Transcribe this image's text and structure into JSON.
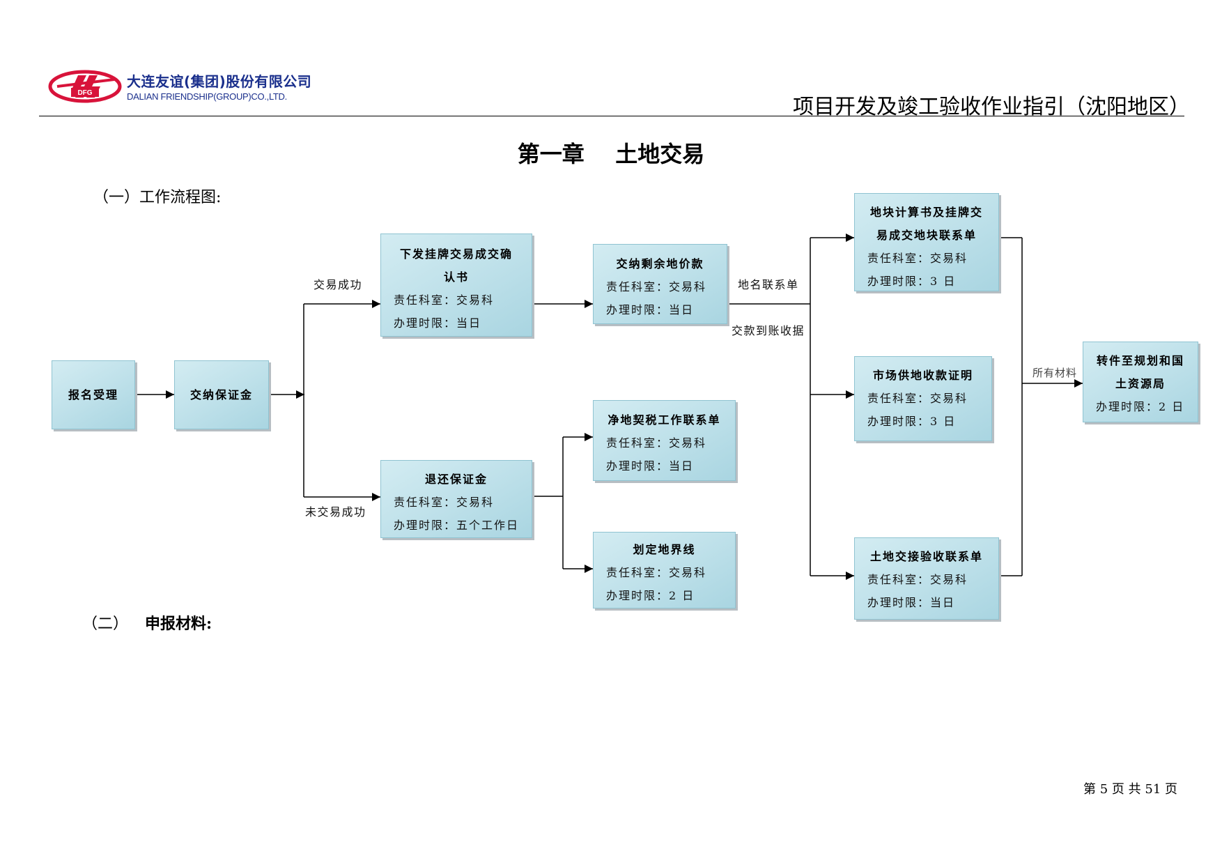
{
  "header": {
    "company_cn": "大连友谊(集团)股份有限公司",
    "company_en": "DALIAN FRIENDSHIP(GROUP)CO.,LTD.",
    "logo_text": "DFG",
    "doc_title": "项目开发及竣工验收作业指引（沈阳地区）"
  },
  "chapter_title": "第一章    土地交易",
  "sections": {
    "one": "（一）工作流程图:",
    "two_num": "（二）",
    "two_text": "申报材料:"
  },
  "flow": {
    "baoming": "报名受理",
    "baozhengjin": "交纳保证金",
    "xiafa": {
      "title_line1": "下发挂牌交易成交确",
      "title_line2": "认书",
      "resp": "责任科室：交易科",
      "time": "办理时限：当日"
    },
    "jiaona": {
      "title": "交纳剩余地价款",
      "resp": "责任科室：交易科",
      "time": "办理时限：当日"
    },
    "tuihuan": {
      "title": "退还保证金",
      "resp": "责任科室：交易科",
      "time": "办理时限：五个工作日"
    },
    "jingdi": {
      "title": "净地契税工作联系单",
      "resp": "责任科室：交易科",
      "time": "办理时限：当日"
    },
    "huading": {
      "title": "划定地界线",
      "resp": "责任科室：交易科",
      "time": "办理时限：2 日"
    },
    "dikuai": {
      "title_line1": "地块计算书及挂牌交",
      "title_line2": "易成交地块联系单",
      "resp": "责任科室：交易科",
      "time": "办理时限：3 日"
    },
    "shichang": {
      "title": "市场供地收款证明",
      "resp": "责任科室：交易科",
      "time": "办理时限：3 日"
    },
    "tudi": {
      "title": "土地交接验收联系单",
      "resp": "责任科室：交易科",
      "time": "办理时限：当日"
    },
    "zhuanjian": {
      "title_line1": "转件至规划和国",
      "title_line2": "土资源局",
      "time": "办理时限：2 日"
    },
    "labels": {
      "success": "交易成功",
      "fail": "未交易成功",
      "diming": "地名联系单",
      "jiaokuan": "交款到账收据",
      "suoyou": "所有材料"
    }
  },
  "footer": "第 5 页  共 51 页"
}
